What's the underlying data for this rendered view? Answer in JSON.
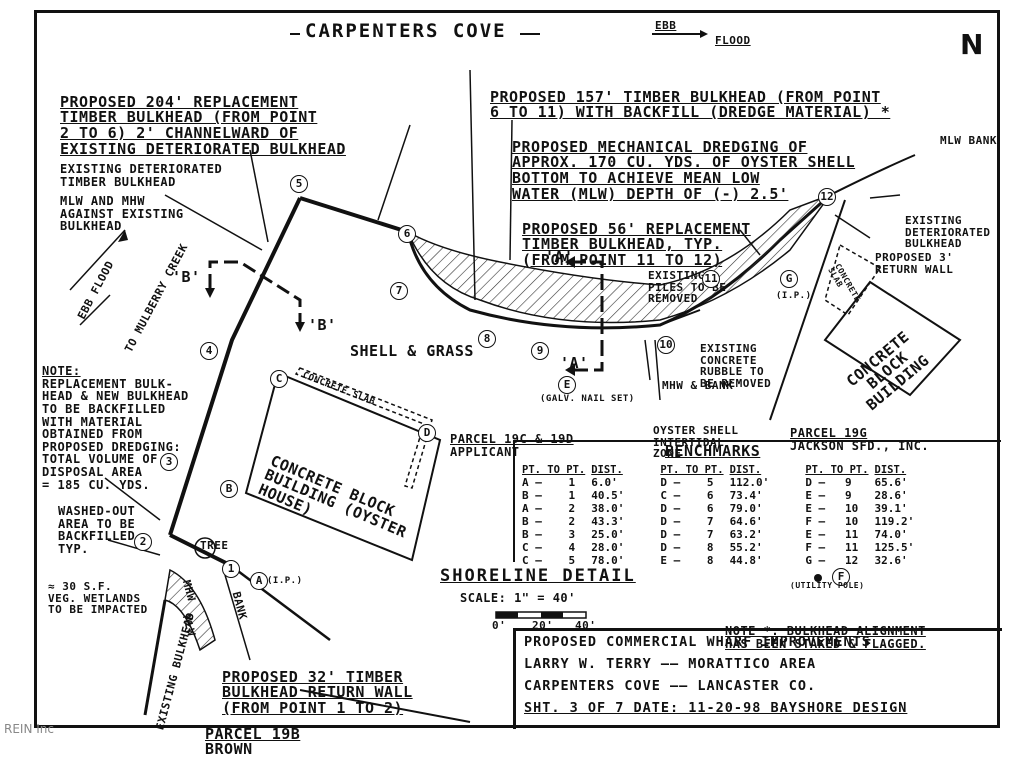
{
  "title": "CARPENTERS COVE",
  "ebb_label": "EBB",
  "flood_label": "FLOOD",
  "north_label": "N",
  "mlw_bank_label": "MLW BANK",
  "note_204": [
    "PROPOSED 204' REPLACEMENT",
    "TIMBER BULKHEAD (FROM POINT",
    "2 TO 6) 2' CHANNELWARD OF",
    "EXISTING DETERIORATED BULKHEAD"
  ],
  "note_157": [
    "PROPOSED 157' TIMBER BULKHEAD (FROM POINT",
    "6 TO 11) WITH BACKFILL (DREDGE MATERIAL) *"
  ],
  "note_dredging": [
    "PROPOSED MECHANICAL DREDGING OF",
    "APPROX. 170 CU. YDS. OF OYSTER SHELL",
    "BOTTOM TO ACHIEVE MEAN LOW",
    "WATER (MLW) DEPTH OF (-) 2.5'"
  ],
  "note_56": [
    "PROPOSED 56' REPLACEMENT",
    "TIMBER BULKHEAD, TYP.",
    "(FROM POINT 11 TO 12)"
  ],
  "existing_det_timber": [
    "EXISTING DETERIORATED",
    "TIMBER BULKHEAD"
  ],
  "mlw_mhw": [
    "MLW AND MHW",
    "AGAINST EXISTING",
    "BULKHEAD"
  ],
  "existing_det_bulkhead_right": [
    "EXISTING",
    "DETERIORATED",
    "BULKHEAD"
  ],
  "proposed_return_wall": [
    "PROPOSED 3'",
    "RETURN WALL"
  ],
  "existing_piles": [
    "EXISTING",
    "PILES TO BE",
    "REMOVED"
  ],
  "existing_rubble": [
    "EXISTING",
    "CONCRETE",
    "RUBBLE TO",
    "BE REMOVED"
  ],
  "section_a": "'A'",
  "section_b": "'B'",
  "shell_grass": "SHELL & GRASS",
  "galv_nail": [
    "(GALV. NAIL SET)"
  ],
  "mhw_bank": "MHW & BANK",
  "oyster_zone": [
    "OYSTER SHELL",
    "INTERTIDAL",
    "ZONE"
  ],
  "parcel_19c_19d": [
    "PARCEL 19C & 19D",
    "APPLICANT"
  ],
  "parcel_19g": [
    "PARCEL 19G",
    "JACKSON SFD., INC."
  ],
  "concrete_slab": "CONCRETE SLAB",
  "oyster_house": [
    "CONCRETE BLOCK",
    "BUILDING (OYSTER",
    "HOUSE)"
  ],
  "concrete_block_building": [
    "CONCRETE",
    "BLOCK",
    "BUILDING"
  ],
  "concrete_slab_right": [
    "CONCRETE",
    "SLAB"
  ],
  "flood_ebb_left": [
    "EBB",
    "FLOOD"
  ],
  "to_mulberry": [
    "TO",
    "MULBERRY",
    "CREEK"
  ],
  "replacement_note": [
    "NOTE:",
    "REPLACEMENT BULK-",
    "HEAD & NEW BULKHEAD",
    "TO BE BACKFILLED",
    "WITH MATERIAL",
    "OBTAINED FROM",
    "PROPOSED DREDGING:",
    "TOTAL VOLUME OF",
    "DISPOSAL AREA",
    "= 185 CU. YDS."
  ],
  "washed_out": [
    "WASHED-OUT",
    "AREA TO BE",
    "BACKFILLED,",
    "TYP."
  ],
  "veg_wetlands": [
    "≈ 30 S.F.",
    "VEG. WETLANDS",
    "TO BE IMPACTED"
  ],
  "tree": "TREE",
  "mhw_label": "MHW",
  "mlw_label": "MLW",
  "bank_label": "BANK",
  "existing_bulkhead_bottom": [
    "EXISTING",
    "BULKHEAD"
  ],
  "proposed_32": [
    "PROPOSED 32' TIMBER",
    "BULKHEAD RETURN WALL",
    "(FROM POINT 1 TO 2)"
  ],
  "parcel_19b": [
    "PARCEL 19B",
    "BROWN"
  ],
  "shoreline_detail": "SHORELINE DETAIL",
  "scale": "SCALE: 1\" = 40'",
  "scale_ticks": [
    "0'",
    "20'",
    "40'"
  ],
  "utility_pole": "(UTILITY POLE)",
  "note_staked": [
    "NOTE *: BULKHEAD ALIGNMENT",
    "HAS BEEN STAKED & FLAGGED."
  ],
  "benchmarks": {
    "title": "BENCHMARKS",
    "headers": [
      "PT. TO PT.",
      "DIST."
    ],
    "columns": [
      [
        [
          "A",
          "1",
          "6.0'"
        ],
        [
          "B",
          "1",
          "40.5'"
        ],
        [
          "A",
          "2",
          "38.0'"
        ],
        [
          "B",
          "2",
          "43.3'"
        ],
        [
          "B",
          "3",
          "25.0'"
        ],
        [
          "C",
          "4",
          "28.0'"
        ],
        [
          "C",
          "5",
          "78.0'"
        ]
      ],
      [
        [
          "D",
          "5",
          "112.0'"
        ],
        [
          "C",
          "6",
          "73.4'"
        ],
        [
          "D",
          "6",
          "79.0'"
        ],
        [
          "D",
          "7",
          "64.6'"
        ],
        [
          "D",
          "7",
          "63.2'"
        ],
        [
          "D",
          "8",
          "55.2'"
        ],
        [
          "E",
          "8",
          "44.8'"
        ]
      ],
      [
        [
          "D",
          "9",
          "65.6'"
        ],
        [
          "E",
          "9",
          "28.6'"
        ],
        [
          "E",
          "10",
          "39.1'"
        ],
        [
          "F",
          "10",
          "119.2'"
        ],
        [
          "E",
          "11",
          "74.0'"
        ],
        [
          "F",
          "11",
          "125.5'"
        ],
        [
          "G",
          "12",
          "32.6'"
        ]
      ]
    ]
  },
  "title_block": [
    "PROPOSED COMMERCIAL WHARF IMPROVEMENTS",
    "LARRY W. TERRY —— MORATTICO AREA",
    "CARPENTERS COVE —— LANCASTER CO.",
    "SHT. 3 OF 7 DATE: 11-20-98 BAYSHORE DESIGN"
  ],
  "point_labels": [
    "1",
    "2",
    "3",
    "4",
    "5",
    "6",
    "7",
    "8",
    "9",
    "10",
    "11",
    "12"
  ],
  "letter_labels": [
    "A",
    "B",
    "C",
    "D",
    "E",
    "F",
    "G"
  ],
  "a_ip": "(I.P.)",
  "g_ip": "(I.P.)",
  "watermark": "REIN Inc"
}
